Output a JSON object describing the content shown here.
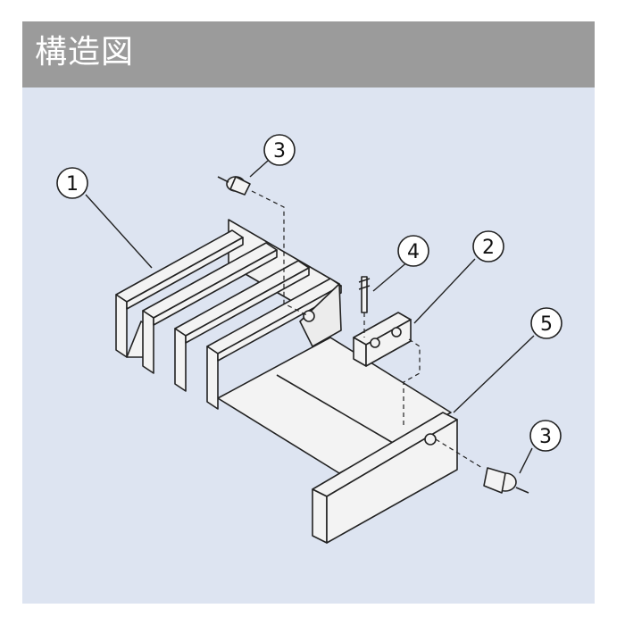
{
  "header": {
    "title": "構造図"
  },
  "callouts": [
    {
      "id": "part-1",
      "label": "1"
    },
    {
      "id": "part-2",
      "label": "2"
    },
    {
      "id": "part-3-top",
      "label": "3"
    },
    {
      "id": "part-3-bottom",
      "label": "3"
    },
    {
      "id": "part-4",
      "label": "4"
    },
    {
      "id": "part-5",
      "label": "5"
    }
  ],
  "colors": {
    "panel_bg": "#dde4f1",
    "header_bg": "#9b9b9b",
    "part_fill": "#f3f3f3",
    "line": "#222222"
  }
}
